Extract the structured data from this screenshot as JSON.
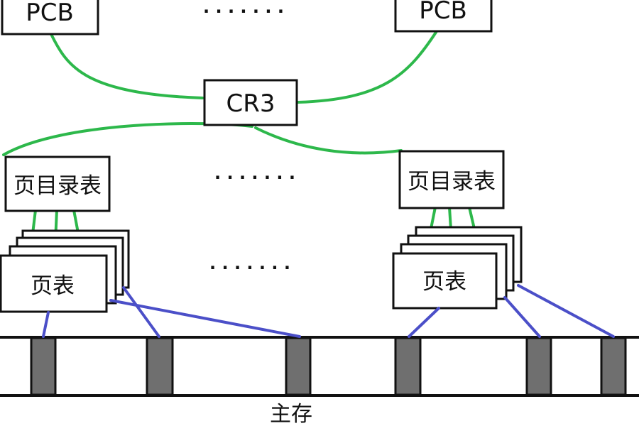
{
  "colors": {
    "box_stroke": "#111111",
    "green_link": "#2db84b",
    "blue_link": "#4b4fc8",
    "memory_block": "#6f6f6f"
  },
  "pcb_left": "PCB",
  "pcb_right": "PCB",
  "cr3": "CR3",
  "page_directory_left": "页目录表",
  "page_directory_right": "页目录表",
  "page_table_left": "页表",
  "page_table_right": "页表",
  "main_memory": "主存",
  "ellipsis": "· · · · · · ·"
}
